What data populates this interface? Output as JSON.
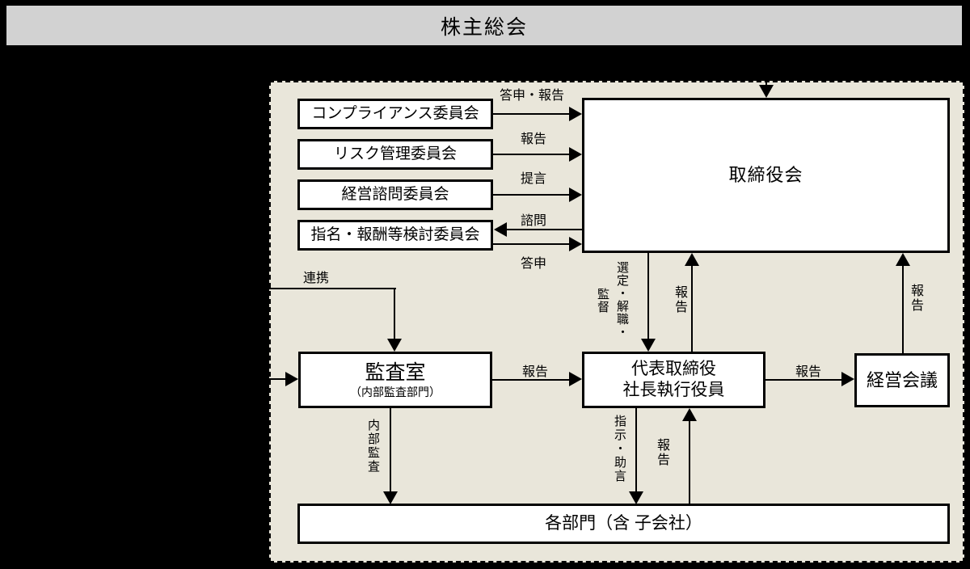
{
  "top_bar": {
    "label": "株主総会"
  },
  "boxes": {
    "committee_1": "コンプライアンス委員会",
    "committee_2": "リスク管理委員会",
    "committee_3": "経営諮問委員会",
    "committee_4": "指名・報酬等検討委員会",
    "board": "取締役会",
    "audit_title": "監査室",
    "audit_subtitle": "（内部監査部門）",
    "ceo_line1": "代表取締役",
    "ceo_line2": "社長執行役員",
    "management_meeting": "経営会議",
    "departments": "各部門（含 子会社）"
  },
  "arrow_labels": {
    "toushin_houkoku": "答申・報告",
    "houkoku": "報告",
    "teigen": "提言",
    "shimon": "諮問",
    "toushin": "答申",
    "renkei": "連携",
    "sentei_kaishoku": "選定・解職・",
    "kantoku": "監督",
    "naibu_kansa": "内部監査",
    "shiji_jogen": "指示・助言"
  },
  "colors": {
    "background": "#000000",
    "top_bar_fill": "#d2d2d2",
    "panel_fill": "#e9e6da",
    "box_fill": "#ffffff",
    "line": "#000000"
  }
}
